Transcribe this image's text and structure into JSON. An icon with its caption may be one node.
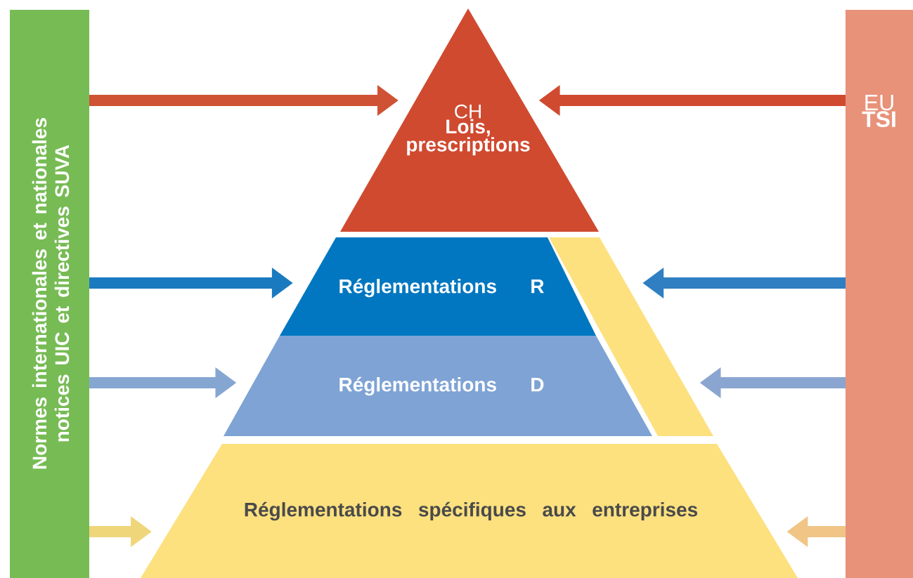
{
  "diagram": {
    "nodes": [
      {
        "text": [
          "Normes internationales et nationales notices UIC et directives SUVA"
        ]
      },
      {
        "text": [
          "CH",
          "Lois, prescriptions"
        ]
      },
      {
        "text": [
          "Réglementations R"
        ]
      },
      {
        "text": [
          "Réglementations D"
        ]
      },
      {
        "text": [
          "Réglementations spécifiques aux entreprises"
        ]
      },
      {
        "text": [],
        "shape": "bar"
      },
      {
        "text": [
          "EU",
          "TSI"
        ]
      }
    ],
    "edges": [
      {
        "from": 0,
        "to": 1,
        "arrow": "to",
        "color": "#cf5234"
      },
      {
        "from": 0,
        "to": 2,
        "arrow": "to",
        "color": "#1a7ac0"
      },
      {
        "from": 0,
        "to": 3,
        "arrow": "to",
        "color": "#86a6d2"
      },
      {
        "from": 0,
        "to": 4,
        "arrow": "to",
        "color": "#efd67a"
      },
      {
        "from": 6,
        "to": 1,
        "arrow": "to",
        "color": "#d04a30"
      },
      {
        "from": 6,
        "to": 5,
        "arrow": "to",
        "color": "#2f7fc2"
      },
      {
        "from": 6,
        "to": 5,
        "arrow": "to",
        "color": "#8aa6d0"
      },
      {
        "from": 6,
        "to": 4,
        "arrow": "to",
        "color": "#f0c586"
      }
    ]
  }
}
